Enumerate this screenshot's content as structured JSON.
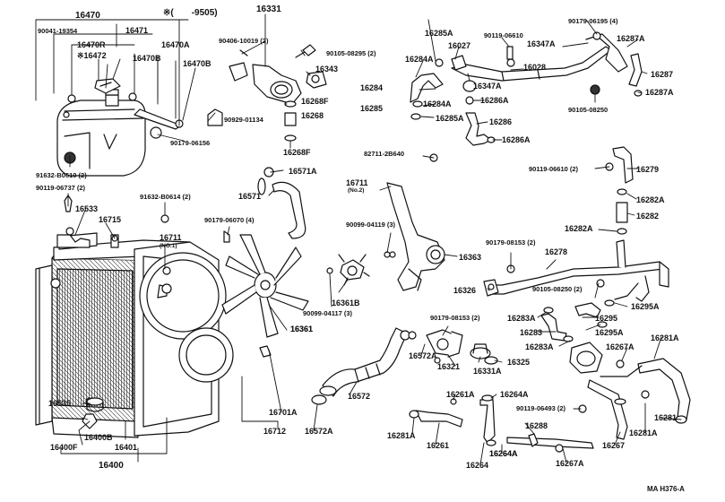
{
  "note": "※(　　-9505)",
  "doc_code": "MA H376-A",
  "parts": [
    {
      "id": "p1",
      "text": "16470"
    },
    {
      "id": "p2",
      "text": "90041-19354"
    },
    {
      "id": "p3",
      "text": "16471"
    },
    {
      "id": "p4",
      "text": "16470R"
    },
    {
      "id": "p5",
      "text": "16470A"
    },
    {
      "id": "p6",
      "text": "※16472"
    },
    {
      "id": "p7",
      "text": "16470B"
    },
    {
      "id": "p8",
      "text": "16470B"
    },
    {
      "id": "p9",
      "text": "90929-01134"
    },
    {
      "id": "p10",
      "text": "90179-06156"
    },
    {
      "id": "p11",
      "text": "91632-B0610 (2)"
    },
    {
      "id": "p12",
      "text": "90119-06737 (2)"
    },
    {
      "id": "p13",
      "text": "16533"
    },
    {
      "id": "p14",
      "text": "16715"
    },
    {
      "id": "p15",
      "text": "91632-B0614 (2)"
    },
    {
      "id": "p16",
      "text": "16711"
    },
    {
      "id": "p17",
      "text": "(NO.1)"
    },
    {
      "id": "p18",
      "text": "90179-06070 (4)"
    },
    {
      "id": "p19",
      "text": "16331"
    },
    {
      "id": "p20",
      "text": "90406-10019 (2)"
    },
    {
      "id": "p21",
      "text": "90105-08295 (2)"
    },
    {
      "id": "p22",
      "text": "16343"
    },
    {
      "id": "p23",
      "text": "16268F"
    },
    {
      "id": "p24",
      "text": "16268"
    },
    {
      "id": "p25",
      "text": "16268F"
    },
    {
      "id": "p26",
      "text": "16571A"
    },
    {
      "id": "p27",
      "text": "16571"
    },
    {
      "id": "p28",
      "text": "16361"
    },
    {
      "id": "p29",
      "text": "16361B"
    },
    {
      "id": "p30",
      "text": "90099-04117 (3)"
    },
    {
      "id": "p31",
      "text": "82711-2B640"
    },
    {
      "id": "p32",
      "text": "16711"
    },
    {
      "id": "p33",
      "text": "(No.2)"
    },
    {
      "id": "p34",
      "text": "90099-04119 (3)"
    },
    {
      "id": "p35",
      "text": "16363"
    },
    {
      "id": "p36",
      "text": "16285A"
    },
    {
      "id": "p37",
      "text": "90119-06610"
    },
    {
      "id": "p38",
      "text": "90179-06195 (4)"
    },
    {
      "id": "p39",
      "text": "16347A"
    },
    {
      "id": "p40",
      "text": "16287A"
    },
    {
      "id": "p41",
      "text": "16027"
    },
    {
      "id": "p42",
      "text": "16284A"
    },
    {
      "id": "p43",
      "text": "16028"
    },
    {
      "id": "p44",
      "text": "16287"
    },
    {
      "id": "p45",
      "text": "16284"
    },
    {
      "id": "p46",
      "text": "16347A"
    },
    {
      "id": "p47",
      "text": "16287A"
    },
    {
      "id": "p48",
      "text": "16285"
    },
    {
      "id": "p49",
      "text": "16284A"
    },
    {
      "id": "p50",
      "text": "16286A"
    },
    {
      "id": "p51",
      "text": "90105-08250"
    },
    {
      "id": "p52",
      "text": "16285A"
    },
    {
      "id": "p53",
      "text": "16286"
    },
    {
      "id": "p54",
      "text": "16286A"
    },
    {
      "id": "p55",
      "text": "90119-06610 (2)"
    },
    {
      "id": "p56",
      "text": "16279"
    },
    {
      "id": "p57",
      "text": "16282A"
    },
    {
      "id": "p58",
      "text": "16282"
    },
    {
      "id": "p59",
      "text": "16282A"
    },
    {
      "id": "p60",
      "text": "90179-08153 (2)"
    },
    {
      "id": "p61",
      "text": "16278"
    },
    {
      "id": "p62",
      "text": "16326"
    },
    {
      "id": "p63",
      "text": "90105-08250 (2)"
    },
    {
      "id": "p64",
      "text": "16295A"
    },
    {
      "id": "p65",
      "text": "16361"
    },
    {
      "id": "p66",
      "text": "90179-08153 (2)"
    },
    {
      "id": "p67",
      "text": "16572A"
    },
    {
      "id": "p68",
      "text": "16321"
    },
    {
      "id": "p69",
      "text": "16331A"
    },
    {
      "id": "p70",
      "text": "16325"
    },
    {
      "id": "p71",
      "text": "16283A"
    },
    {
      "id": "p72",
      "text": "16295"
    },
    {
      "id": "p73",
      "text": "16283"
    },
    {
      "id": "p74",
      "text": "16295A"
    },
    {
      "id": "p75",
      "text": "16283A"
    },
    {
      "id": "p76",
      "text": "16267A"
    },
    {
      "id": "p77",
      "text": "16281A"
    },
    {
      "id": "p78",
      "text": "16572"
    },
    {
      "id": "p79",
      "text": "16261A"
    },
    {
      "id": "p80",
      "text": "16264A"
    },
    {
      "id": "p81",
      "text": "90119-06493 (2)"
    },
    {
      "id": "p82",
      "text": "16281"
    },
    {
      "id": "p83",
      "text": "16535"
    },
    {
      "id": "p84",
      "text": "16400B"
    },
    {
      "id": "p85",
      "text": "16400F"
    },
    {
      "id": "p86",
      "text": "16401"
    },
    {
      "id": "p87",
      "text": "16400"
    },
    {
      "id": "p88",
      "text": "16701A"
    },
    {
      "id": "p89",
      "text": "16712"
    },
    {
      "id": "p90",
      "text": "16572A"
    },
    {
      "id": "p91",
      "text": "16281A"
    },
    {
      "id": "p92",
      "text": "16261"
    },
    {
      "id": "p93",
      "text": "16288"
    },
    {
      "id": "p94",
      "text": "16267"
    },
    {
      "id": "p95",
      "text": "16281A"
    },
    {
      "id": "p96",
      "text": "16264A"
    },
    {
      "id": "p97",
      "text": "16267A"
    },
    {
      "id": "p98",
      "text": "16264"
    },
    {
      "id": "p99",
      "text": "16264A"
    }
  ]
}
